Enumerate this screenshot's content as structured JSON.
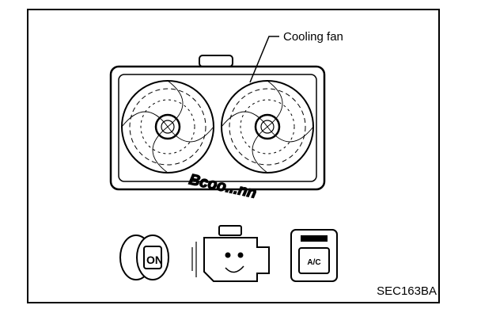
{
  "callout": {
    "cooling_fan": "Cooling fan"
  },
  "sound_text": "Bcoo...nn",
  "ignition": {
    "switch_text": "ON"
  },
  "ac_switch": {
    "label": "A/C"
  },
  "figure_code": "SEC163BA",
  "colors": {
    "ink": "#000000",
    "paper": "#ffffff"
  }
}
